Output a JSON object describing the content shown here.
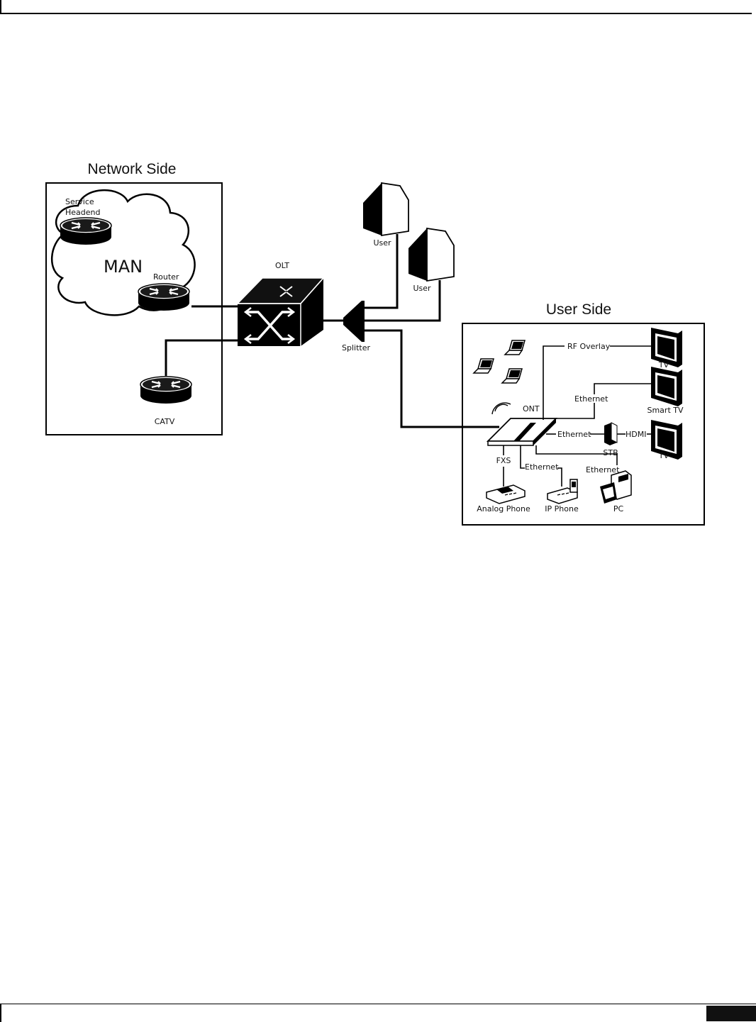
{
  "network_side": {
    "title": "Network Side",
    "service_headend": [
      "Service",
      "Headend"
    ],
    "man": "MAN",
    "router": "Router",
    "catv": "CATV"
  },
  "olt": "OLT",
  "splitter": "Splitter",
  "users": [
    "User",
    "User"
  ],
  "user_side": {
    "title": "User Side",
    "ont": "ONT",
    "rf_overlay": "RF Overlay",
    "tv_top": "TV",
    "ethernet_smart_tv": "Ethernet",
    "smart_tv": "Smart TV",
    "ethernet_stb": "Ethernet",
    "stb": "STB",
    "hdmi": "HDMI",
    "tv_bottom": "TV",
    "fxs": "FXS",
    "ethernet_ip_phone": "Ethernet",
    "ethernet_pc": "Ethernet",
    "analog_phone": "Analog Phone",
    "ip_phone": "IP Phone",
    "pc": "PC"
  }
}
